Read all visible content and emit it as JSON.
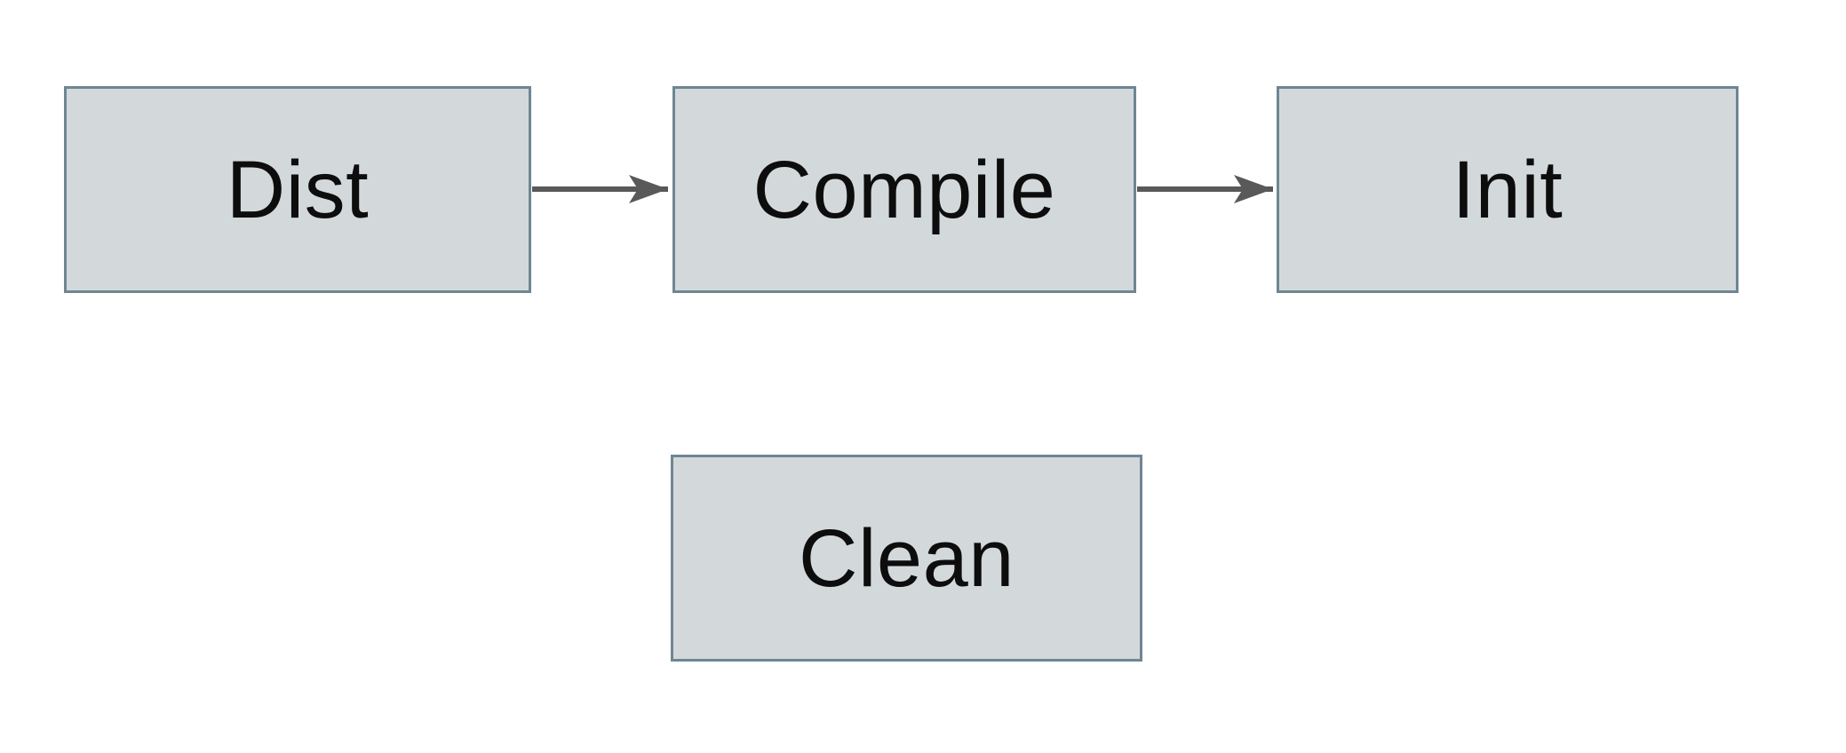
{
  "diagram": {
    "background_color": "#ffffff",
    "node_fill_color": "#d3d9db",
    "node_border_color": "#6f8693",
    "arrow_color": "#595959",
    "text_color": "#0d0d0d",
    "nodes": [
      {
        "id": "dist",
        "label": "Dist"
      },
      {
        "id": "compile",
        "label": "Compile"
      },
      {
        "id": "init",
        "label": "Init"
      },
      {
        "id": "clean",
        "label": "Clean"
      }
    ],
    "edges": [
      {
        "from": "Dist",
        "to": "Compile",
        "style": "solid-arrow"
      },
      {
        "from": "Compile",
        "to": "Init",
        "style": "solid-arrow"
      }
    ]
  }
}
